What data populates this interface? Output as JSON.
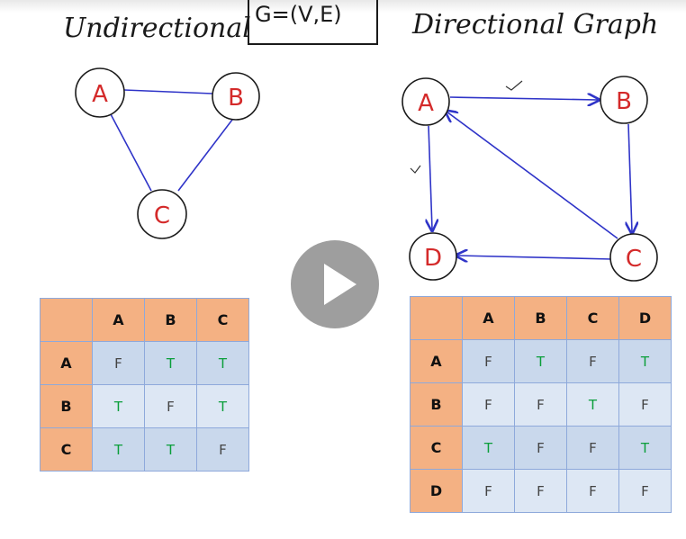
{
  "titles": {
    "undirected": "Undirectional",
    "notation": "G=(V,E)",
    "directed": "Directional Graph"
  },
  "undirected_graph": {
    "nodes": [
      "A",
      "B",
      "C"
    ],
    "edges": [
      [
        "A",
        "B"
      ],
      [
        "A",
        "C"
      ],
      [
        "B",
        "C"
      ]
    ]
  },
  "directed_graph": {
    "nodes": [
      "A",
      "B",
      "C",
      "D"
    ],
    "edges": [
      [
        "A",
        "B"
      ],
      [
        "A",
        "D"
      ],
      [
        "B",
        "C"
      ],
      [
        "C",
        "A"
      ],
      [
        "C",
        "D"
      ]
    ]
  },
  "undirected_matrix": {
    "columns": [
      "A",
      "B",
      "C"
    ],
    "rows": [
      {
        "label": "A",
        "cells": [
          "F",
          "T",
          "T"
        ]
      },
      {
        "label": "B",
        "cells": [
          "T",
          "F",
          "T"
        ]
      },
      {
        "label": "C",
        "cells": [
          "T",
          "T",
          "F"
        ]
      }
    ]
  },
  "directed_matrix": {
    "columns": [
      "A",
      "B",
      "C",
      "D"
    ],
    "rows": [
      {
        "label": "A",
        "cells": [
          "F",
          "T",
          "F",
          "T"
        ]
      },
      {
        "label": "B",
        "cells": [
          "F",
          "F",
          "T",
          "F"
        ]
      },
      {
        "label": "C",
        "cells": [
          "T",
          "F",
          "F",
          "T"
        ]
      },
      {
        "label": "D",
        "cells": [
          "F",
          "F",
          "F",
          "F"
        ]
      }
    ]
  },
  "colors": {
    "edge": "#2f34c8",
    "node_label": "#d42a2a",
    "header_fill": "#f4b183",
    "true_value": "#0a9e3a"
  },
  "video": {
    "control": "play-icon"
  }
}
